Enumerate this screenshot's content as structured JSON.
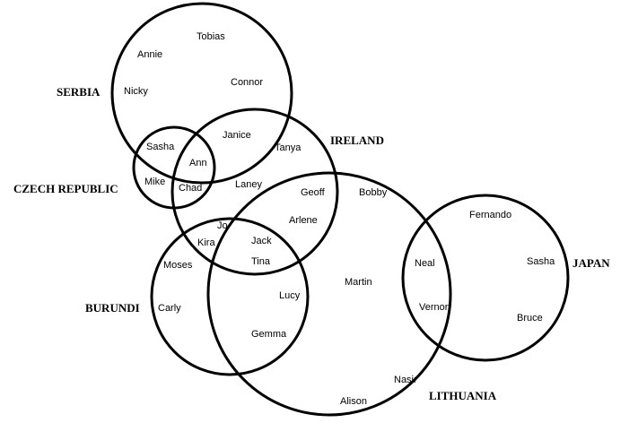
{
  "sets": {
    "serbia": "SERBIA",
    "czech": "CZECH REPUBLIC",
    "ireland": "IRELAND",
    "burundi": "BURUNDI",
    "lithuania": "LITHUANIA",
    "japan": "JAPAN"
  },
  "names": {
    "tobias": "Tobias",
    "annie": "Annie",
    "connor": "Connor",
    "nicky": "Nicky",
    "sasha_cz": "Sasha",
    "ann": "Ann",
    "mike": "Mike",
    "chad": "Chad",
    "janice": "Janice",
    "tanya": "Tanya",
    "laney": "Laney",
    "geoff": "Geoff",
    "arlene": "Arlene",
    "jo": "Jo",
    "kira": "Kira",
    "jack": "Jack",
    "tina": "Tina",
    "moses": "Moses",
    "carly": "Carly",
    "lucy": "Lucy",
    "gemma": "Gemma",
    "bobby": "Bobby",
    "martin": "Martin",
    "nasir": "Nasir",
    "alison": "Alison",
    "neal": "Neal",
    "vernon": "Vernon",
    "fernando": "Fernando",
    "sasha_jp": "Sasha",
    "bruce": "Bruce"
  }
}
